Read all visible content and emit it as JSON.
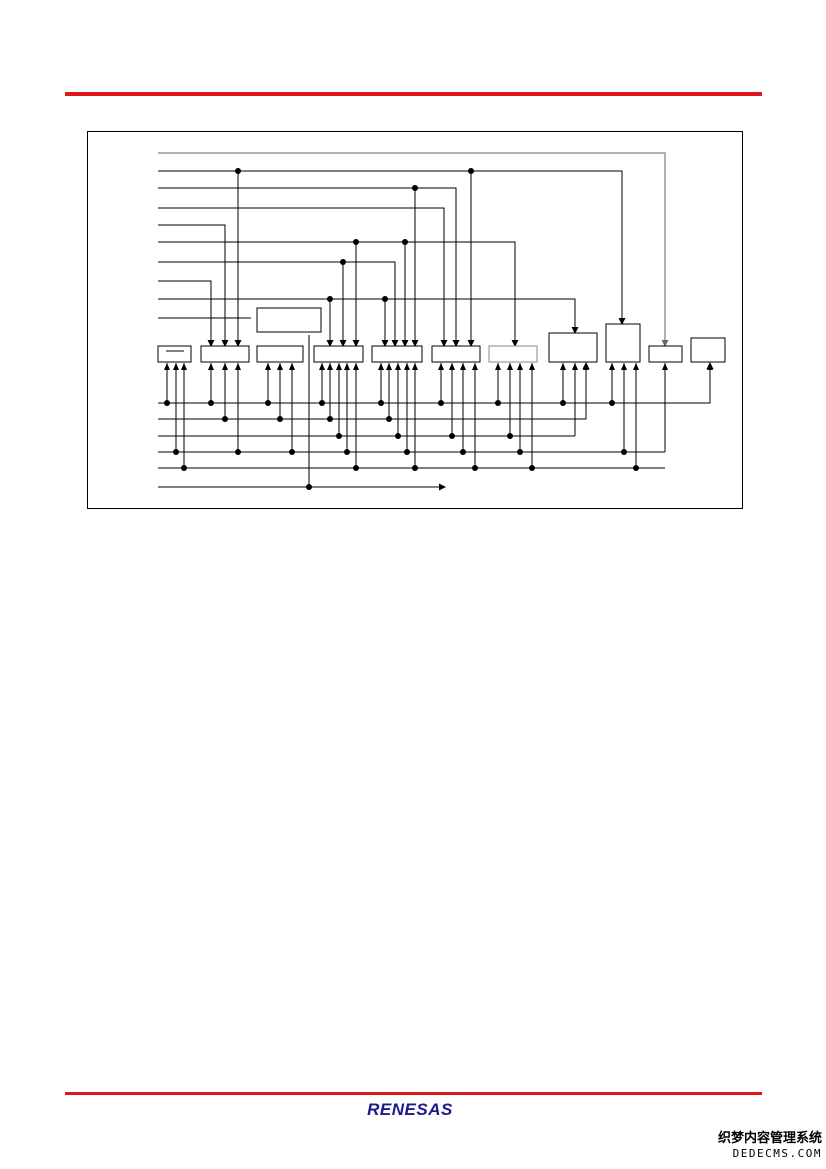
{
  "colors": {
    "accent": "#e0161d",
    "line": "#000000",
    "arrow_gray": "#666666",
    "logo": "#1a1a8c"
  },
  "footer": {
    "logo_text": "RENESAS"
  },
  "watermark": {
    "line1": "织梦内容管理系统",
    "line2": "DEDECMS.COM"
  },
  "diagram": {
    "labels": []
  }
}
